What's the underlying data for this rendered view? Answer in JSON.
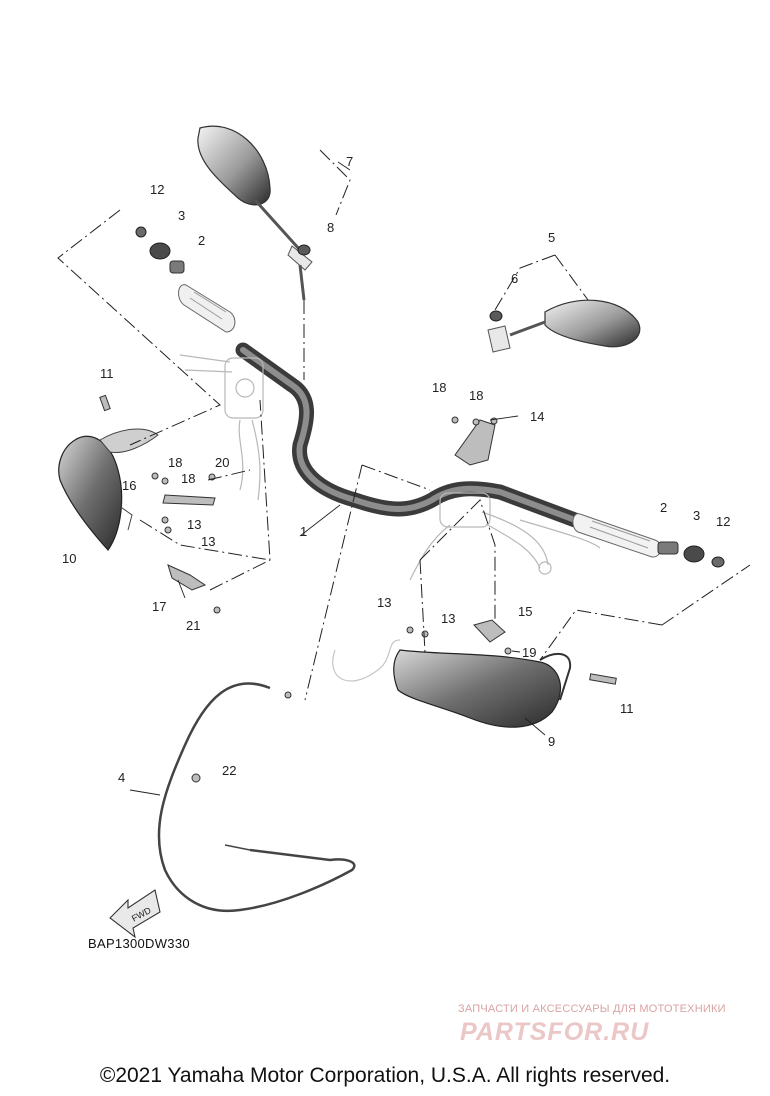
{
  "callouts": {
    "c1": "1",
    "c2a": "2",
    "c2b": "2",
    "c3a": "3",
    "c3b": "3",
    "c4": "4",
    "c5": "5",
    "c6": "6",
    "c7": "7",
    "c8": "8",
    "c9": "9",
    "c10": "10",
    "c11a": "11",
    "c11b": "11",
    "c12a": "12",
    "c12b": "12",
    "c13a": "13",
    "c13b": "13",
    "c13c": "13",
    "c13d": "13",
    "c14": "14",
    "c15": "15",
    "c16": "16",
    "c17": "17",
    "c18a": "18",
    "c18b": "18",
    "c18c": "18",
    "c18d": "18",
    "c19": "19",
    "c20": "20",
    "c21": "21",
    "c22": "22"
  },
  "fwd_label": "FWD",
  "drawing_code": "BAP1300DW330",
  "watermark": {
    "tagline": "ЗАПЧАСТИ И АКСЕССУАРЫ ДЛЯ МОТОТЕХНИКИ",
    "logo": "PARTSFOR.RU"
  },
  "copyright": "©2021 Yamaha Motor Corporation, U.S.A. All rights reserved."
}
